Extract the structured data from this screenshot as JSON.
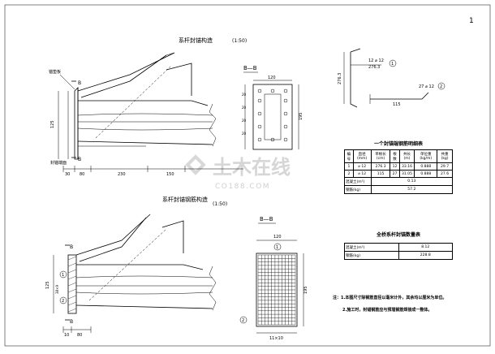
{
  "sheet": {
    "page_number": "1"
  },
  "views": {
    "anchor_structure": {
      "title": "系杆封锚构造",
      "scale": "(1:50)"
    },
    "rebar_structure": {
      "title": "系杆封锚钢筋构造",
      "scale": "(1:50)"
    },
    "section_top": "B—B",
    "section_bottom": "B—B"
  },
  "labels": {
    "cut_top_1": "B",
    "cut_top_2": "B",
    "cut_bottom_1": "B",
    "cut_bottom_2": "B",
    "anchor_plate_note": "锚垫板",
    "anchor_end_note": "封锚端面",
    "rebar_circle_1": "1",
    "rebar_circle_2": "2",
    "rebar_circle_1b": "1",
    "rebar_circle_2b": "2"
  },
  "dimensions": {
    "top_dims": [
      "30",
      "80",
      "230",
      "150"
    ],
    "top_height": "125",
    "bottom_dims": [
      "10",
      "80"
    ],
    "bottom_height": "125",
    "bottom_inner": "38×9",
    "sec_top_width": "120",
    "sec_top_side": [
      "20",
      "20",
      "20",
      "20"
    ],
    "sec_top_height": "195",
    "sec_bottom_width": "120",
    "sec_bottom_bottom": "11×10",
    "sec_bottom_height": "195"
  },
  "rebar_detail": {
    "bar1_label": "12 ⌀ 12",
    "bar1_len": "276.3",
    "bar1_vert": "276.3",
    "bar2_label": "27 ⌀ 12",
    "bar2_len": "115"
  },
  "table_one": {
    "title": "一个封锚端钢筋明细表",
    "headers": [
      "编号",
      "直径(mm)",
      "单根长(cm)",
      "根数",
      "共长(m)",
      "单位重(kg/m)",
      "共重(kg)"
    ],
    "rows": [
      [
        "1",
        "⌀ 12",
        "276.3",
        "12",
        "33.16",
        "0.888",
        "29.7"
      ],
      [
        "2",
        "⌀ 12",
        "115",
        "27",
        "31.05",
        "0.888",
        "27.6"
      ]
    ],
    "summary": [
      [
        "混凝土(m³)",
        "0.13"
      ],
      [
        "钢筋(kg)",
        "57.2"
      ]
    ]
  },
  "table_two": {
    "title": "全桥系杆封锚数量表",
    "rows": [
      [
        "混凝土(m³)",
        "8.12"
      ],
      [
        "钢筋(kg)",
        "228.8"
      ]
    ]
  },
  "notes": {
    "line1": "注：1.本图尺寸除钢筋直径以毫米计外，其余均以厘米为单位。",
    "line2": "2.施工时，封锚钢筋应与预埋钢筋焊接成一整体。"
  },
  "watermark": {
    "brand": "土木在线",
    "url": "CO188.COM"
  }
}
